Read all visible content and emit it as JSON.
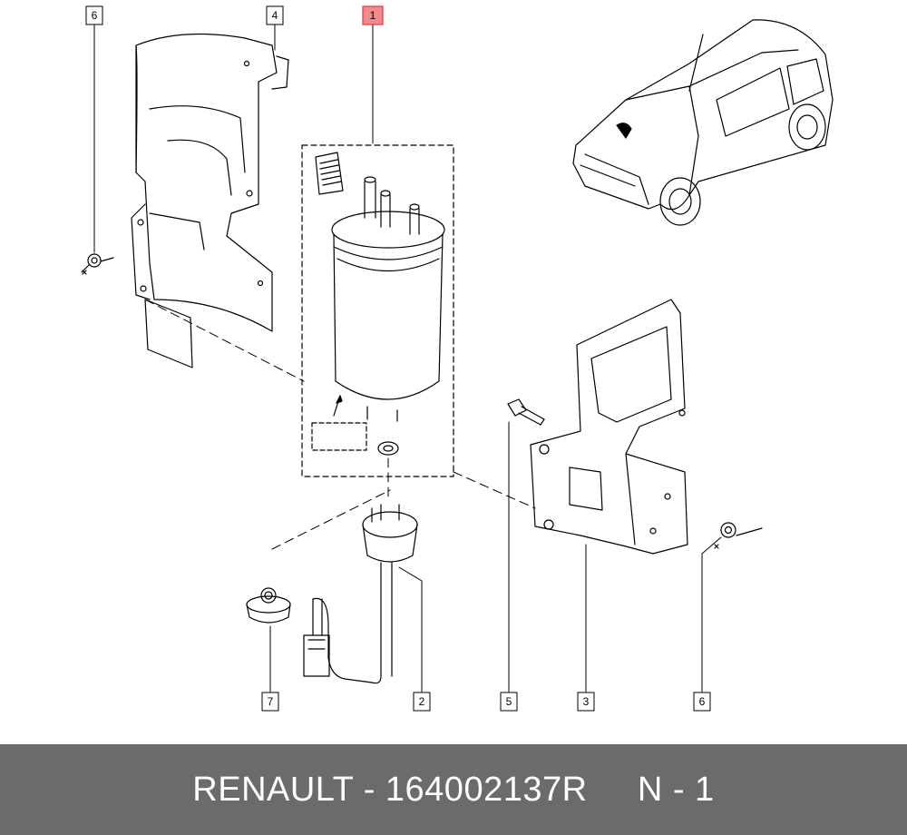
{
  "colors": {
    "footer_bg": "#6b6b6b",
    "footer_text": "#ffffff",
    "highlight_callout": "#e8333b",
    "line": "#000000"
  },
  "callouts": [
    {
      "key": "c1-top",
      "label": "1",
      "highlight": true
    },
    {
      "key": "c4-top",
      "label": "4",
      "highlight": false
    },
    {
      "key": "c6-top",
      "label": "6",
      "highlight": false
    },
    {
      "key": "c7-bottom",
      "label": "7",
      "highlight": false
    },
    {
      "key": "c2-bottom",
      "label": "2",
      "highlight": false
    },
    {
      "key": "c5-bottom",
      "label": "5",
      "highlight": false
    },
    {
      "key": "c3-bottom",
      "label": "3",
      "highlight": false
    },
    {
      "key": "c6-bottom",
      "label": "6",
      "highlight": false
    }
  ],
  "footer": {
    "brand": "RENAULT",
    "part_number": "164002137R",
    "position": "N - 1",
    "text": "RENAULT - 164002137R     N - 1"
  }
}
